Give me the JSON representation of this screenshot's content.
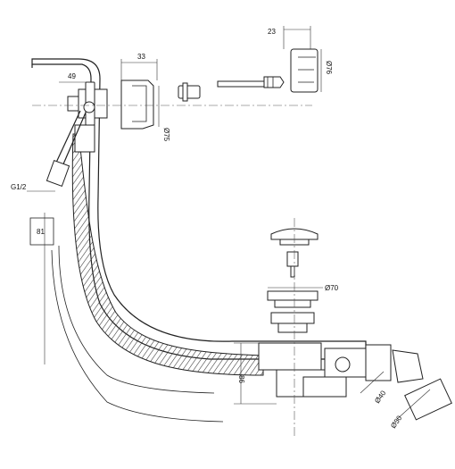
{
  "dimensions": {
    "d23": "23",
    "d33": "33",
    "d49": "49",
    "d75": "Ø75",
    "d76": "Ø76",
    "g12": "G1/2",
    "d81": "81",
    "d70": "Ø70",
    "d86": "86",
    "d40": "Ø40",
    "d50": "Ø50"
  }
}
